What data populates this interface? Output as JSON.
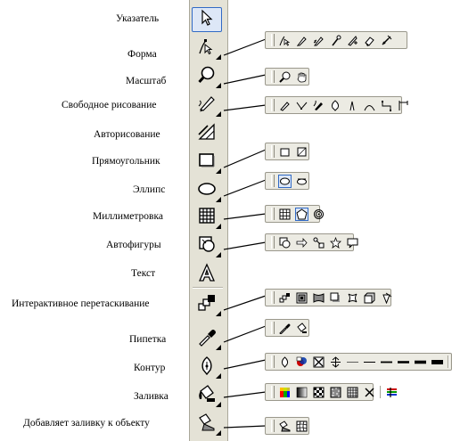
{
  "labels": {
    "pick": "Указатель",
    "shape": "Форма",
    "zoom": "Масштаб",
    "freehand": "Свободное рисование",
    "smart": "Авторисование",
    "rect": "Прямоугольник",
    "ellipse": "Эллипс",
    "graph": "Миллиметровка",
    "basic_shapes": "Автофигуры",
    "text": "Текст",
    "interactive": "Интерактивное  перетаскивание",
    "eyedropper": "Пипетка",
    "outline": "Контур",
    "fill": "Заливка",
    "interactive_fill": "Добавляет заливку к объекту"
  },
  "colors": {
    "toolbox_bg": "#e4e2d6",
    "flyout_bg": "#ecebe3",
    "selection": "#316ac5",
    "connector": "#000000"
  },
  "icons": {
    "pick": "pointer-arrow-icon",
    "shape": "shape-node-icon",
    "zoom": "magnifier-icon",
    "freehand": "pen-curve-icon",
    "smart": "triangle-ruler-icon",
    "rect": "rectangle-icon",
    "ellipse": "ellipse-icon",
    "graph": "grid-icon",
    "basic_shapes": "basic-shapes-icon",
    "text": "letter-a-icon",
    "interactive": "blend-steps-icon",
    "eyedropper": "eyedropper-icon",
    "outline": "pen-nib-icon",
    "fill": "paint-bucket-icon",
    "interactive_fill": "interactive-fill-icon"
  }
}
